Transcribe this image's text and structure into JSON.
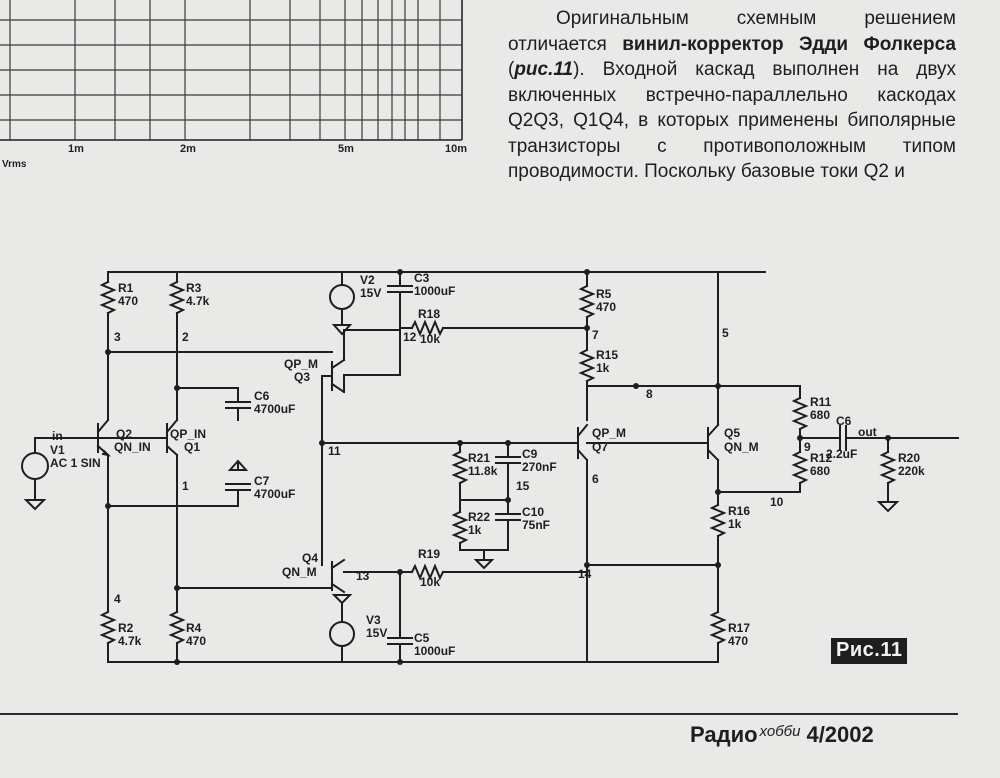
{
  "graph": {
    "x_ticks": [
      "1m",
      "2m",
      "5m",
      "10m"
    ],
    "x_unit": "Vrms"
  },
  "article": {
    "p1_a": "Оригинальным схемным решением отличается ",
    "p1_bold": "винил-корректор Эдди Фолкерса",
    "p1_b": " (",
    "p1_ref": "рис.11",
    "p1_c": "). Входной каскад выполнен на двух включенных встречно-параллельно каскодах Q2Q3, Q1Q4, в которых применены биполярные транзисторы с противоположным типом проводимости. Поскольку базовые токи Q2 и"
  },
  "schematic": {
    "components": {
      "r1": "R1",
      "r1v": "470",
      "r3": "R3",
      "r3v": "4.7k",
      "r2": "R2",
      "r2v": "4.7k",
      "r4": "R4",
      "r4v": "470",
      "v2": "V2",
      "v2v": "15V",
      "c3": "C3",
      "c3v": "1000uF",
      "r18": "R18",
      "r18v": "10k",
      "r5": "R5",
      "r5v": "470",
      "r15": "R15",
      "r15v": "1k",
      "q3": "Q3",
      "q3m": "QP_M",
      "c6": "C6",
      "c6v": "4700uF",
      "c7": "C7",
      "c7v": "4700uF",
      "q2": "Q2",
      "q2m": "QN_IN",
      "q1": "Q1",
      "q1m": "QP_IN",
      "v1": "V1",
      "v1v": "AC 1 SIN",
      "in": "in",
      "r21": "R21",
      "r21v": "11.8k",
      "c9": "C9",
      "c9v": "270nF",
      "r22": "R22",
      "r22v": "1k",
      "c10": "C10",
      "c10v": "75nF",
      "q7": "Q7",
      "q7m": "QP_M",
      "q5": "Q5",
      "q5m": "QN_M",
      "r11": "R11",
      "r11v": "680",
      "r12": "R12",
      "r12v": "680",
      "c6b": "C6",
      "c6bv": "2.2uF",
      "out": "out",
      "r20": "R20",
      "r20v": "220k",
      "r16": "R16",
      "r16v": "1k",
      "q4": "Q4",
      "q4m": "QN_M",
      "r19": "R19",
      "r19v": "10k",
      "v3": "V3",
      "v3v": "15V",
      "c5": "C5",
      "c5v": "1000uF",
      "r17": "R17",
      "r17v": "470"
    },
    "nodes": {
      "n1": "1",
      "n2": "2",
      "n3": "3",
      "n4": "4",
      "n5": "5",
      "n6": "6",
      "n7": "7",
      "n8": "8",
      "n9": "9",
      "n10": "10",
      "n11": "11",
      "n12": "12",
      "n13": "13",
      "n14": "14",
      "n15": "15"
    }
  },
  "figure_label": "Рис.11",
  "footer": {
    "mag1": "Радио",
    "mag2": "хобби",
    "issue": "4/2002"
  }
}
